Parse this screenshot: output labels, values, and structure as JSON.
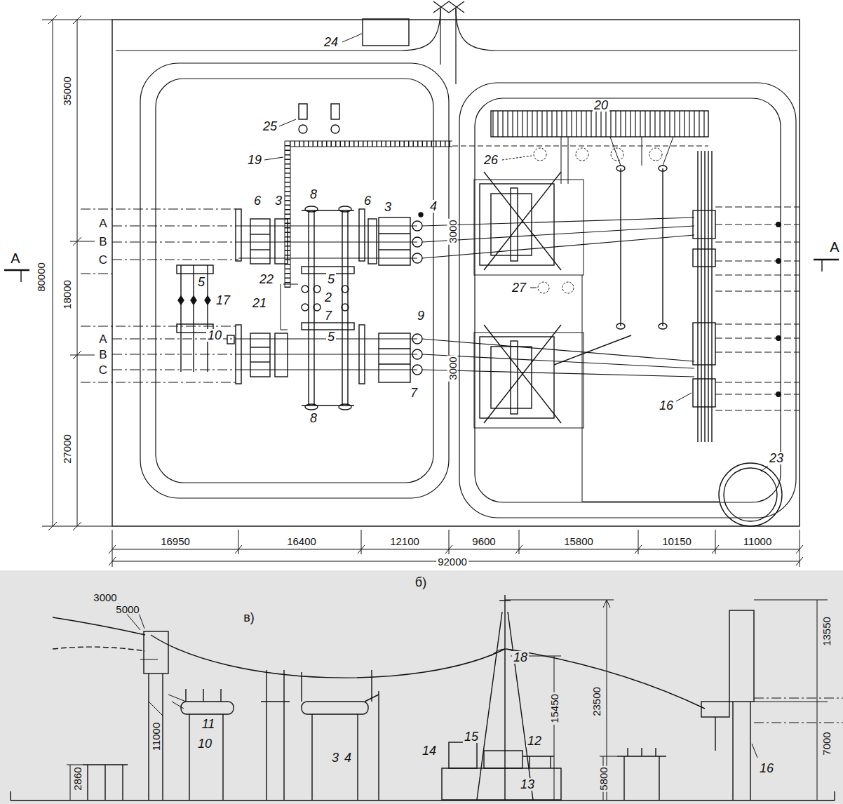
{
  "diagram": {
    "labels": [
      "24",
      "35000",
      "25",
      "19",
      "20",
      "26",
      "8",
      "6",
      "3",
      "6",
      "3",
      "4",
      "A",
      "B",
      "C",
      "3000",
      "A",
      "A",
      "80000",
      "18000",
      "5",
      "22",
      "5",
      "2",
      "27",
      "21",
      "17",
      "7",
      "9",
      "5",
      "10",
      "A",
      "B",
      "C",
      "7",
      "3000",
      "16",
      "8",
      "27000",
      "23",
      "16950",
      "16400",
      "12100",
      "9600",
      "15800",
      "10150",
      "11000",
      "92000",
      "б)",
      "3000",
      "5000",
      "в)",
      "13550",
      "18",
      "15450",
      "23500",
      "11",
      "10",
      "11000",
      "7000",
      "14",
      "15",
      "12",
      "3",
      "4",
      "16",
      "2860",
      "5800",
      "13"
    ]
  }
}
